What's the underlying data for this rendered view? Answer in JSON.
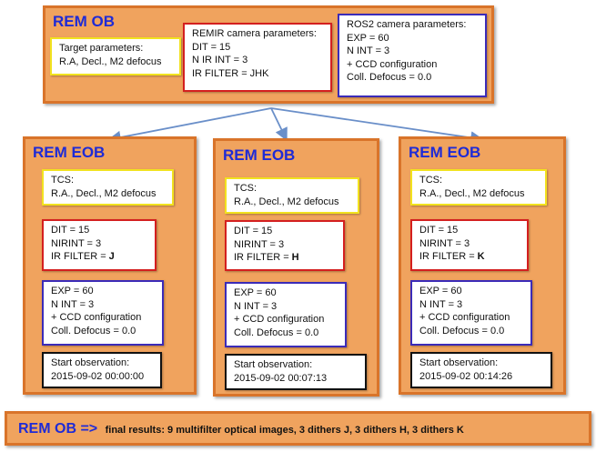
{
  "rem_ob": {
    "title": "REM OB",
    "target": [
      "Target parameters:",
      "R.A, Decl., M2 defocus"
    ],
    "remir": [
      "REMIR camera parameters:",
      "DIT = 15",
      "N IR INT = 3",
      "IR FILTER = JHK"
    ],
    "ros2": [
      "ROS2 camera parameters:",
      "EXP = 60",
      "N INT = 3",
      "+ CCD configuration",
      "Coll. Defocus = 0.0"
    ]
  },
  "eobs": [
    {
      "title": "REM EOB",
      "tcs": [
        "TCS:",
        "R.A., Decl., M2 defocus"
      ],
      "ir": [
        "DIT = 15",
        "NIRINT = 3"
      ],
      "filter_label": "IR FILTER = ",
      "filter_value": "J",
      "ccd": [
        "EXP = 60",
        "N INT = 3",
        "+ CCD configuration",
        "Coll. Defocus = 0.0"
      ],
      "start": [
        "Start observation:",
        "2015-09-02 00:00:00"
      ]
    },
    {
      "title": "REM EOB",
      "tcs": [
        "TCS:",
        "R.A., Decl., M2 defocus"
      ],
      "ir": [
        "DIT = 15",
        "NIRINT = 3"
      ],
      "filter_label": "IR FILTER = ",
      "filter_value": "H",
      "ccd": [
        "EXP = 60",
        "N INT = 3",
        "+ CCD configuration",
        "Coll. Defocus = 0.0"
      ],
      "start": [
        "Start observation:",
        "2015-09-02 00:07:13"
      ]
    },
    {
      "title": "REM EOB",
      "tcs": [
        "TCS:",
        "R.A., Decl., M2 defocus"
      ],
      "ir": [
        "DIT = 15",
        "NIRINT = 3"
      ],
      "filter_label": "IR FILTER = ",
      "filter_value": "K",
      "ccd": [
        "EXP = 60",
        "N INT = 3",
        "+ CCD configuration",
        "Coll. Defocus = 0.0"
      ],
      "start": [
        "Start observation:",
        "2015-09-02 00:14:26"
      ]
    }
  ],
  "footer": {
    "title": "REM OB =>",
    "text": "final results: 9 multifilter optical images, 3 dithers J, 3 dithers H, 3 dithers K"
  },
  "colors": {
    "panel_fill": "#f0a35e",
    "panel_border": "#d9742a",
    "title_blue": "#1f2bd6",
    "arrow": "#6a8fc9"
  }
}
